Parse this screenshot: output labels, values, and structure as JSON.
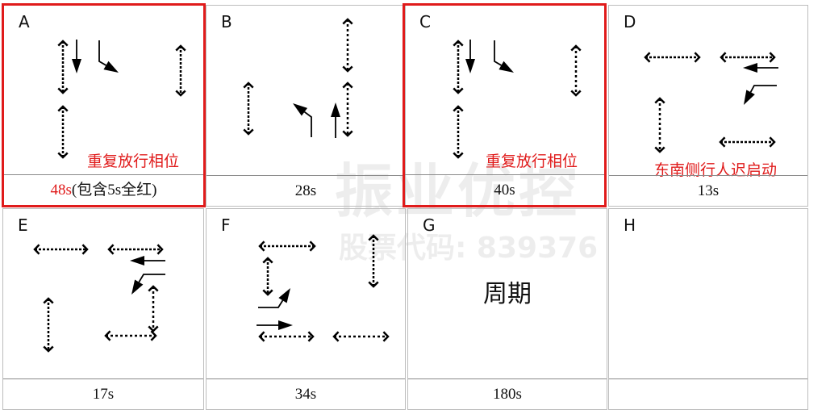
{
  "watermark": {
    "name": "振业优控",
    "code": "股票代码: 839376"
  },
  "phases": [
    {
      "letter": "A",
      "duration": "48s",
      "duration_note": "(包含5s全红)",
      "annotation": "重复放行相位",
      "highlighted": true
    },
    {
      "letter": "B",
      "duration": "28s",
      "highlighted": false
    },
    {
      "letter": "C",
      "duration": "40s",
      "annotation": "重复放行相位",
      "highlighted": true
    },
    {
      "letter": "D",
      "duration": "13s",
      "annotation": "东南侧行人迟启动",
      "highlighted": false
    },
    {
      "letter": "E",
      "duration": "17s",
      "highlighted": false
    },
    {
      "letter": "F",
      "duration": "34s",
      "highlighted": false
    },
    {
      "letter": "G",
      "duration": "180s",
      "center_text": "周期",
      "highlighted": false
    },
    {
      "letter": "H",
      "duration": "",
      "highlighted": false
    }
  ],
  "colors": {
    "highlight": "#e01b1b",
    "arrow": "#000000",
    "grid": "#bdbdbd"
  }
}
